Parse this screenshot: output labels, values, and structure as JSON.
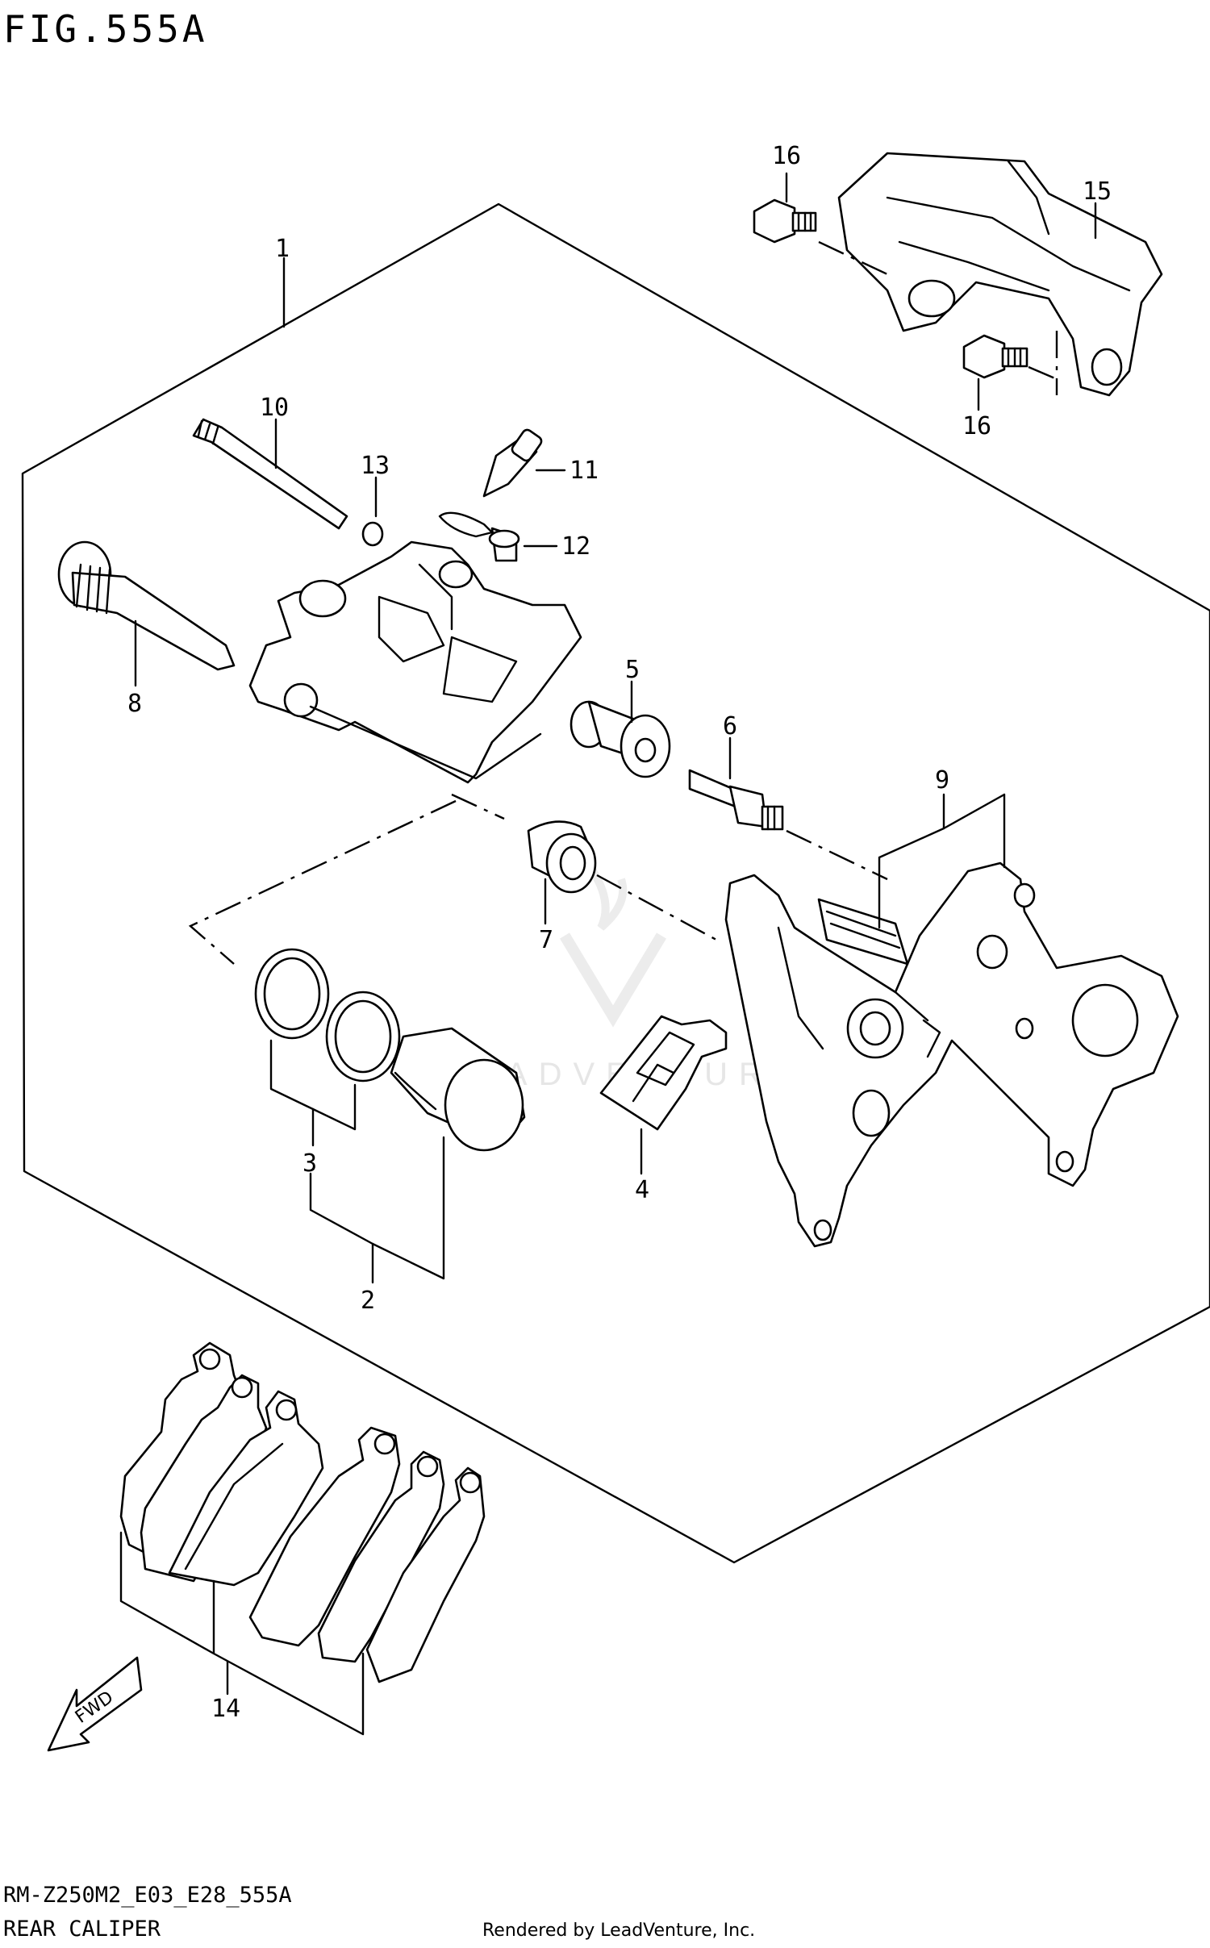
{
  "header": {
    "fig_title": "FIG.555A"
  },
  "footer": {
    "model_code": "RM-Z250M2_E03_E28_555A",
    "section_name": "REAR CALIPER",
    "render_credit": "Rendered by LeadVenture, Inc."
  },
  "watermark": {
    "text": "LEADVENTURE"
  },
  "fwd_label": "FWD",
  "callouts": [
    {
      "id": "1",
      "label": "1"
    },
    {
      "id": "2",
      "label": "2"
    },
    {
      "id": "3",
      "label": "3"
    },
    {
      "id": "4",
      "label": "4"
    },
    {
      "id": "5",
      "label": "5"
    },
    {
      "id": "6",
      "label": "6"
    },
    {
      "id": "7",
      "label": "7"
    },
    {
      "id": "8",
      "label": "8"
    },
    {
      "id": "9",
      "label": "9"
    },
    {
      "id": "10",
      "label": "10"
    },
    {
      "id": "11",
      "label": "11"
    },
    {
      "id": "12",
      "label": "12"
    },
    {
      "id": "13",
      "label": "13"
    },
    {
      "id": "14",
      "label": "14"
    },
    {
      "id": "15",
      "label": "15"
    },
    {
      "id": "16a",
      "label": "16"
    },
    {
      "id": "16b",
      "label": "16"
    }
  ]
}
